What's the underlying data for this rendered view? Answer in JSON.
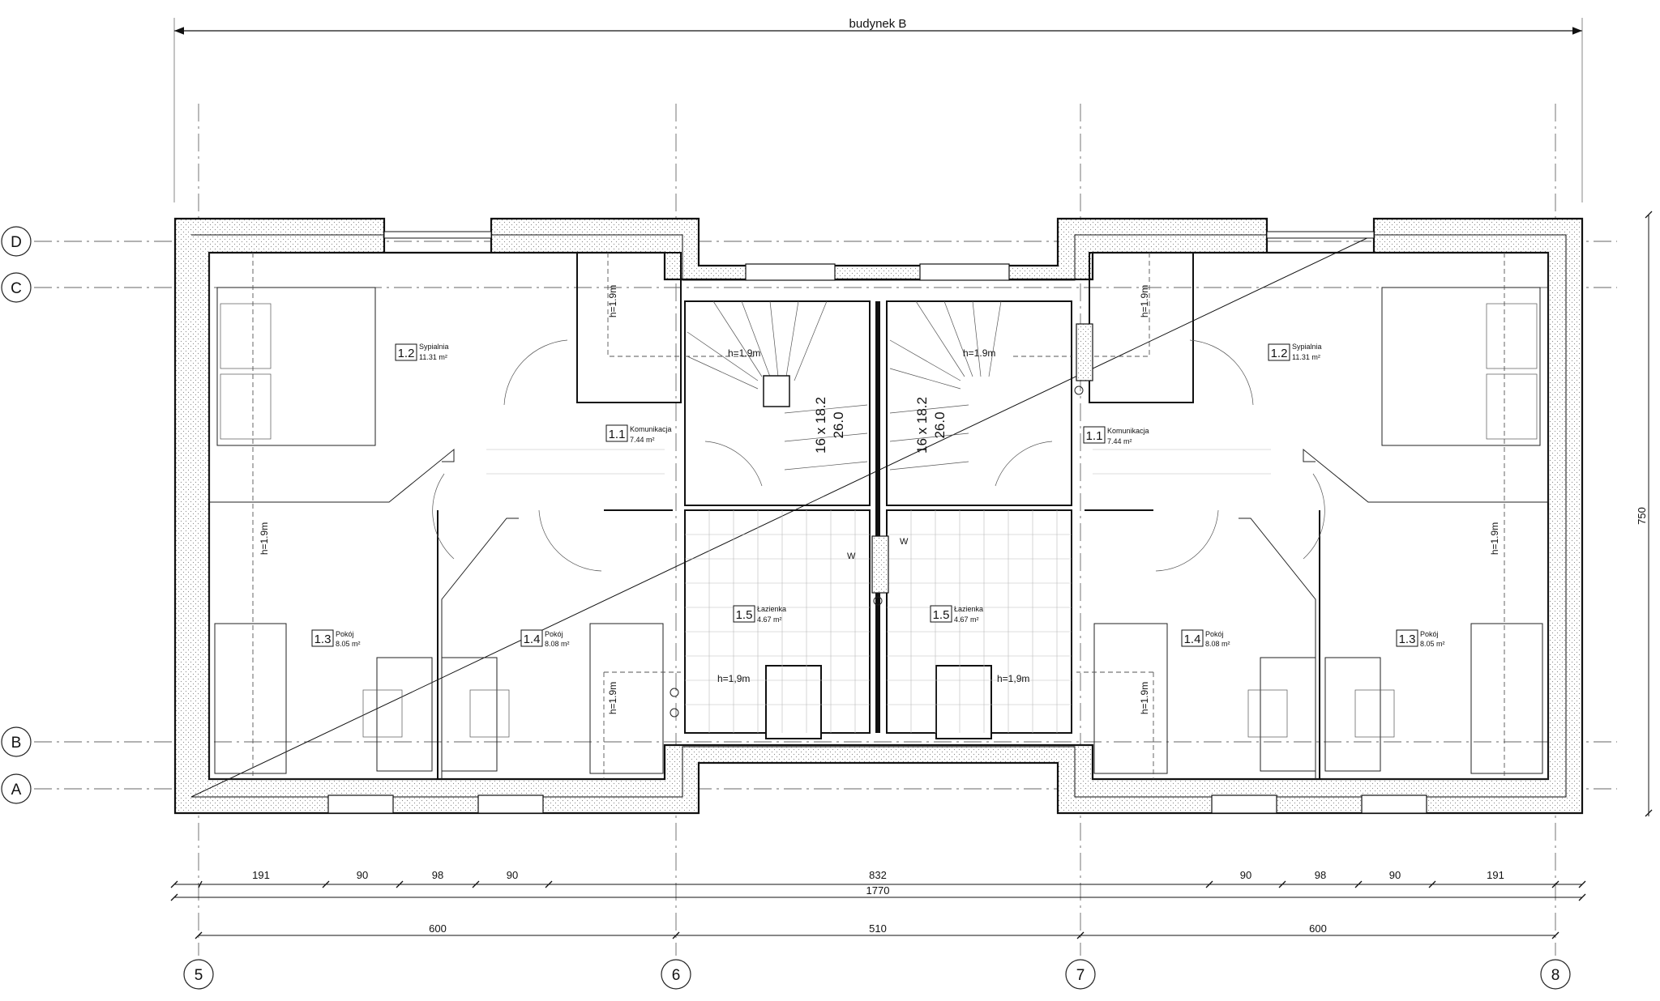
{
  "title": "budynek B",
  "axes": {
    "rows": [
      "D",
      "C",
      "B",
      "A"
    ],
    "cols": [
      "5",
      "6",
      "7",
      "8"
    ]
  },
  "dimensions": {
    "top_row": [
      "191",
      "90",
      "98",
      "90",
      "832",
      "90",
      "98",
      "90",
      "191"
    ],
    "total": "1770",
    "axis_spans": [
      "600",
      "510",
      "600"
    ],
    "height": "750"
  },
  "rooms": {
    "left": [
      {
        "num": "1.2",
        "name": "Sypialnia",
        "area": "11.31 m²"
      },
      {
        "num": "1.1",
        "name": "Komunikacja",
        "area": "7.44 m²"
      },
      {
        "num": "1.3",
        "name": "Pokój",
        "area": "8.05 m²"
      },
      {
        "num": "1.4",
        "name": "Pokój",
        "area": "8.08 m²"
      },
      {
        "num": "1.5",
        "name": "Łazienka",
        "area": "4.67 m²"
      }
    ],
    "right": [
      {
        "num": "1.2",
        "name": "Sypialnia",
        "area": "11.31 m²"
      },
      {
        "num": "1.1",
        "name": "Komunikacja",
        "area": "7.44 m²"
      },
      {
        "num": "1.3",
        "name": "Pokój",
        "area": "8.05 m²"
      },
      {
        "num": "1.4",
        "name": "Pokój",
        "area": "8.08 m²"
      },
      {
        "num": "1.5",
        "name": "Łazienka",
        "area": "4.67 m²"
      }
    ]
  },
  "annotations": {
    "h19m": "h=1.9m",
    "h19comma": "h=1,9m",
    "stair_steps": "16 x 18.2",
    "stair_tread": "26.0",
    "vent": "W"
  }
}
